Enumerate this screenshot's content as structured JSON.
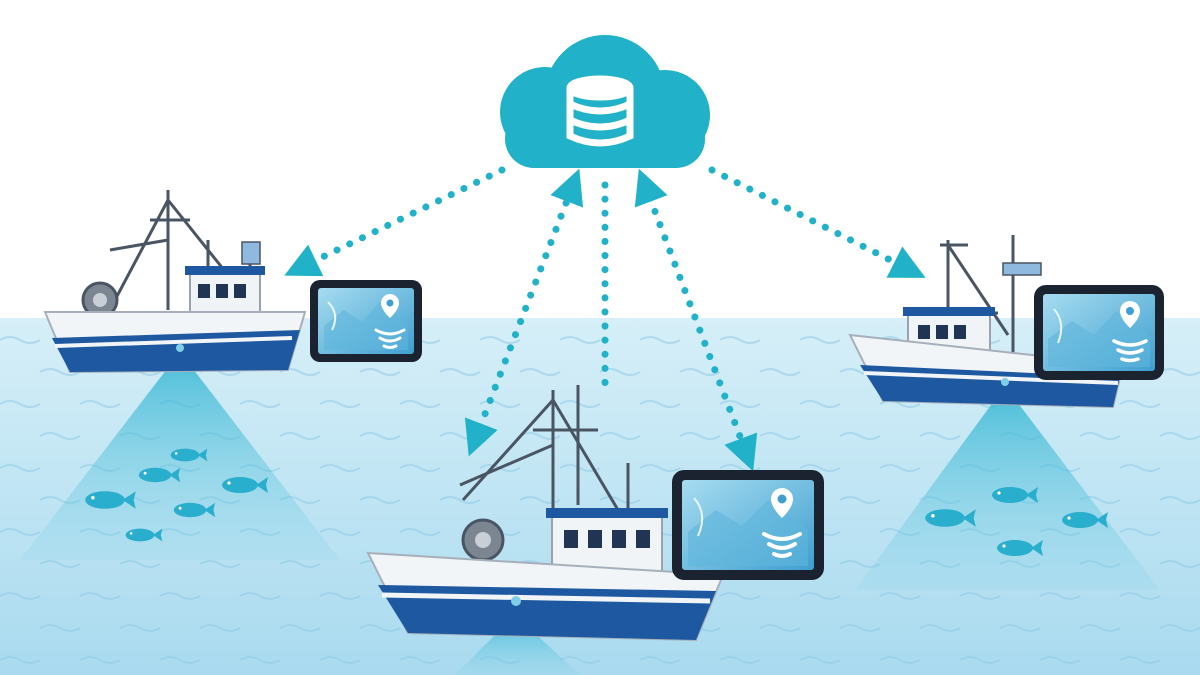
{
  "diagram": {
    "nodes": [
      {
        "id": "cloud",
        "kind": "cloud-database"
      },
      {
        "id": "boat_left",
        "kind": "fishing-vessel",
        "has_tablet": true,
        "has_sonar": true
      },
      {
        "id": "boat_center",
        "kind": "fishing-vessel",
        "has_tablet": true,
        "has_sonar": true
      },
      {
        "id": "boat_right",
        "kind": "fishing-vessel",
        "has_tablet": true,
        "has_sonar": true
      }
    ],
    "links": [
      {
        "from": "cloud",
        "to": "boat_left",
        "style": "dotted",
        "arrow": "to"
      },
      {
        "from": "boat_center",
        "to": "cloud",
        "style": "dotted",
        "arrow": "both"
      },
      {
        "from": "boat_center",
        "to": "cloud",
        "style": "dotted",
        "arrow": "none"
      },
      {
        "from": "cloud",
        "to": "boat_center",
        "style": "dotted",
        "arrow": "both"
      },
      {
        "from": "cloud",
        "to": "boat_right",
        "style": "dotted",
        "arrow": "to"
      }
    ]
  },
  "icons": {
    "cloud": "cloud-database-icon",
    "tablet_map": "map-pin-icon",
    "tablet_signal": "sonar-waves-icon",
    "fish": "fish-icon"
  },
  "colors": {
    "accent": "#21b1c8",
    "sea": "#bfe5f4",
    "sea_deep": "#9fd6ee",
    "sonar": "#33b7d4",
    "hull_stripe": "#1e58a0",
    "hull_white": "#f2f5f8",
    "tablet_frame": "#1c2330",
    "tablet_screen": "#7dc4e3"
  }
}
